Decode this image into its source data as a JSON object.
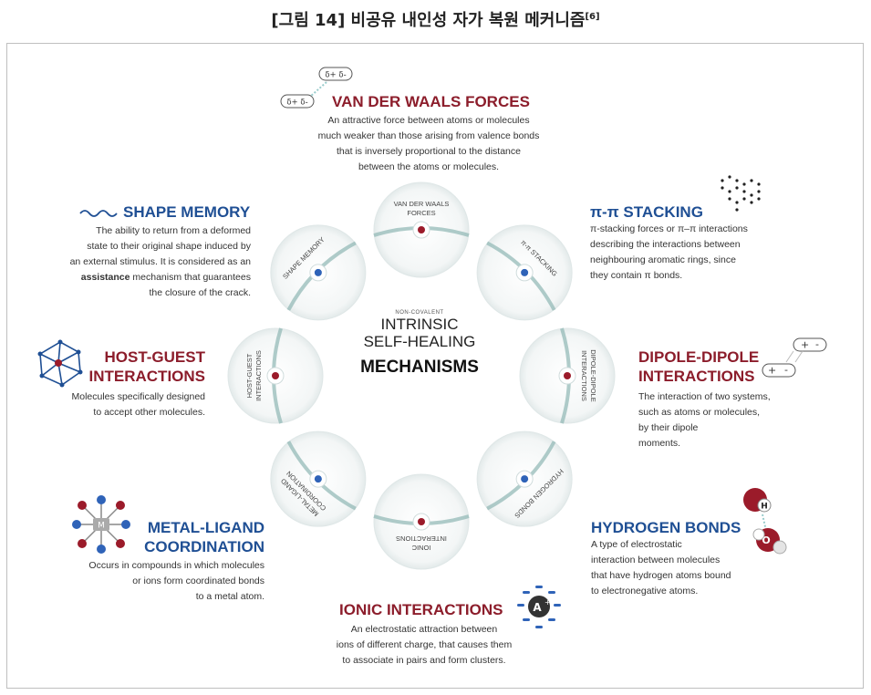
{
  "figure_title": "[그림 14] 비공유 내인성 자가 복원 메커니즘",
  "figure_ref": "[6]",
  "center": {
    "supertitle": "NON-COVALENT",
    "line1": "INTRINSIC",
    "line2": "SELF-HEALING",
    "line3": "MECHANISMS"
  },
  "circles": [
    {
      "label1": "VAN DER WAALS",
      "label2": "FORCES"
    },
    {
      "label1": "π-π STACKING",
      "label2": ""
    },
    {
      "label1": "DIPOLE-DIPOLE",
      "label2": "INTERACTIONS"
    },
    {
      "label1": "HYDROGEN BONDS",
      "label2": ""
    },
    {
      "label1": "IONIC",
      "label2": "INTERACTIONS"
    },
    {
      "label1": "METAL-LIGAND",
      "label2": "COORDINATION"
    },
    {
      "label1": "HOST-GUEST",
      "label2": "INTERACTIONS"
    },
    {
      "label1": "SHAPE MEMORY",
      "label2": ""
    }
  ],
  "mechanisms": {
    "vdw": {
      "title": "VAN DER WAALS FORCES",
      "lines": [
        "An attractive force between atoms or molecules",
        "much weaker than those arising from valence bonds",
        "that is inversely proportional to the distance",
        "between the atoms or molecules."
      ]
    },
    "pipi": {
      "title": "π-π STACKING",
      "lines": [
        "π-stacking forces or π–π interactions",
        "describing the interactions between",
        "neighbouring aromatic rings, since",
        "they contain π bonds."
      ]
    },
    "dipole": {
      "title1": "DIPOLE-DIPOLE",
      "title2": "INTERACTIONS",
      "lines": [
        "The interaction of two systems,",
        "such as atoms or molecules,",
        "by their dipole",
        "moments."
      ]
    },
    "hbond": {
      "title": "HYDROGEN BONDS",
      "lines": [
        "A type of electrostatic",
        "interaction between molecules",
        "that have hydrogen atoms bound",
        "to electronegative atoms."
      ]
    },
    "ionic": {
      "title": "IONIC INTERACTIONS",
      "lines": [
        "An electrostatic attraction between",
        "ions of different charge, that causes them",
        "to associate in pairs and form clusters."
      ]
    },
    "metal": {
      "title1": "METAL-LIGAND",
      "title2": "COORDINATION",
      "lines": [
        "Occurs in compounds in which molecules",
        "or ions form coordinated bonds",
        "to a metal atom."
      ]
    },
    "host": {
      "title1": "HOST-GUEST",
      "title2": "INTERACTIONS",
      "lines": [
        "Molecules specifically designed",
        "to accept other molecules."
      ]
    },
    "shape": {
      "title": "SHAPE MEMORY",
      "line1": "The ability to return from a deformed",
      "line2": "state to their original shape induced by",
      "line3": "an external stimulus. It is considered as an",
      "line4_bold": "assistance",
      "line4_rest": " mechanism that guarantees",
      "line5": "the closure of the crack."
    }
  },
  "icon_text": {
    "dplus1": "δ+ δ-",
    "dplus2": "δ+ δ-",
    "H": "H",
    "O": "O",
    "ion": "A",
    "ion_sup": "+",
    "metal": "M"
  },
  "colors": {
    "red": "#8c1d2b",
    "blue": "#1f4f94",
    "teal": "#8fb7b4",
    "dot_red": "#9b1b2a",
    "dot_blue": "#2f63b8"
  }
}
